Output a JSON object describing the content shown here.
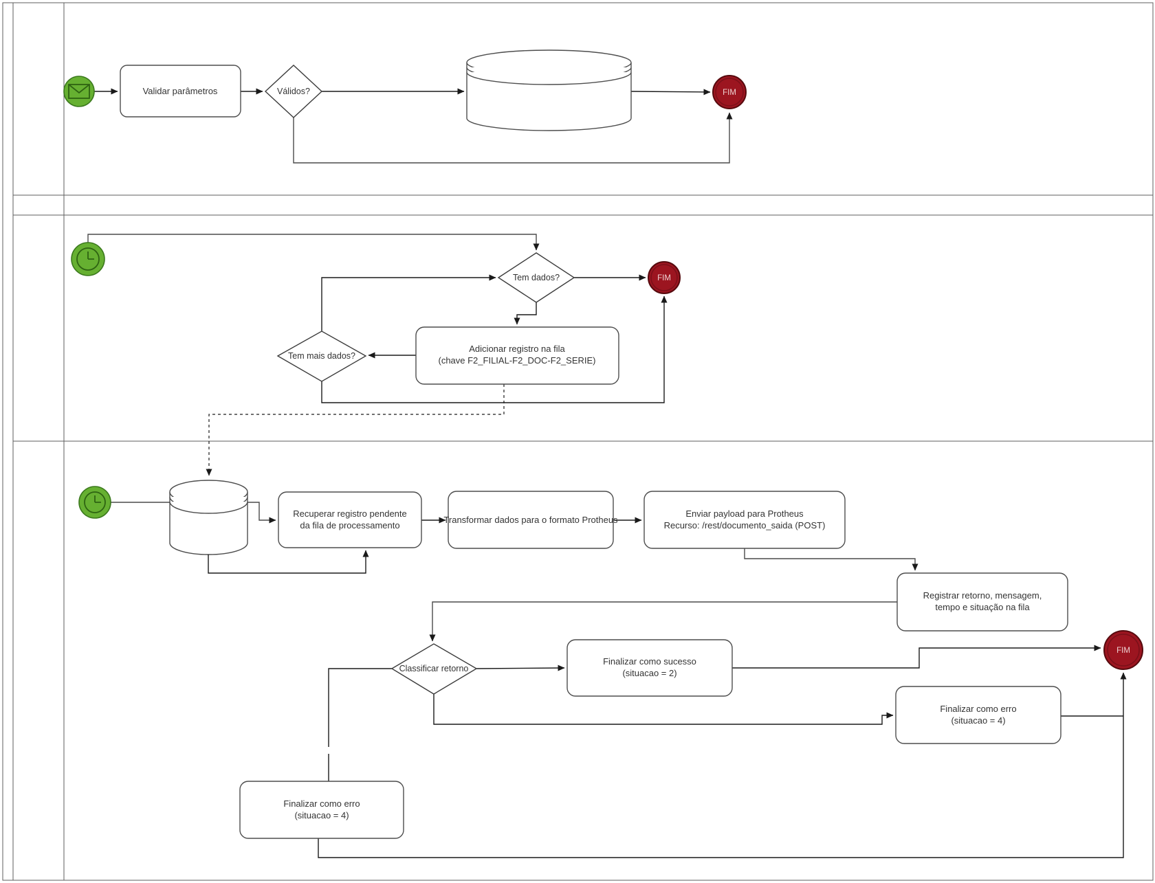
{
  "colors": {
    "start_event_green": "#66b031",
    "start_event_stroke": "#3b791d",
    "end_event_red": "#9c1520",
    "end_event_stroke": "#560a0e",
    "shape_stroke": "#4d4d4d",
    "connector": "#1a1a1a",
    "text": "#333333"
  },
  "icons": {
    "start_message": "envelope-icon",
    "start_timer_mid": "clock-icon",
    "start_timer_bottom": "clock-icon",
    "datastore_top": "database-cylinder",
    "datastore_queue": "database-cylinder"
  },
  "nodes": {
    "validar": {
      "label": "Validar parâmetros"
    },
    "validos": {
      "label": "Válidos?"
    },
    "fim_top": {
      "label": "FIM"
    },
    "tem_dados": {
      "label": "Tem dados?"
    },
    "fim_mid": {
      "label": "FIM"
    },
    "adicionar": {
      "line1": "Adicionar registro na fila",
      "line2": "(chave F2_FILIAL-F2_DOC-F2_SERIE)"
    },
    "tem_mais_dados": {
      "label": "Tem mais dados?"
    },
    "recuperar": {
      "line1": "Recuperar registro pendente",
      "line2": "da fila de processamento"
    },
    "transformar": {
      "label": "Transformar dados para o formato Protheus"
    },
    "enviar": {
      "line1": "Enviar payload para Protheus",
      "line2": "Recurso: /rest/documento_saida (POST)"
    },
    "registrar": {
      "line1": "Registrar retorno, mensagem,",
      "line2": "tempo e situação na fila"
    },
    "classificar": {
      "label": "Classificar retorno"
    },
    "sucesso": {
      "line1": "Finalizar como sucesso",
      "line2": "(situacao = 2)"
    },
    "erro_direita": {
      "line1": "Finalizar como erro",
      "line2": "(situacao = 4)"
    },
    "erro_baixo": {
      "line1": "Finalizar como erro",
      "line2": "(situacao = 4)"
    },
    "fim_baixo": {
      "label": "FIM"
    }
  }
}
